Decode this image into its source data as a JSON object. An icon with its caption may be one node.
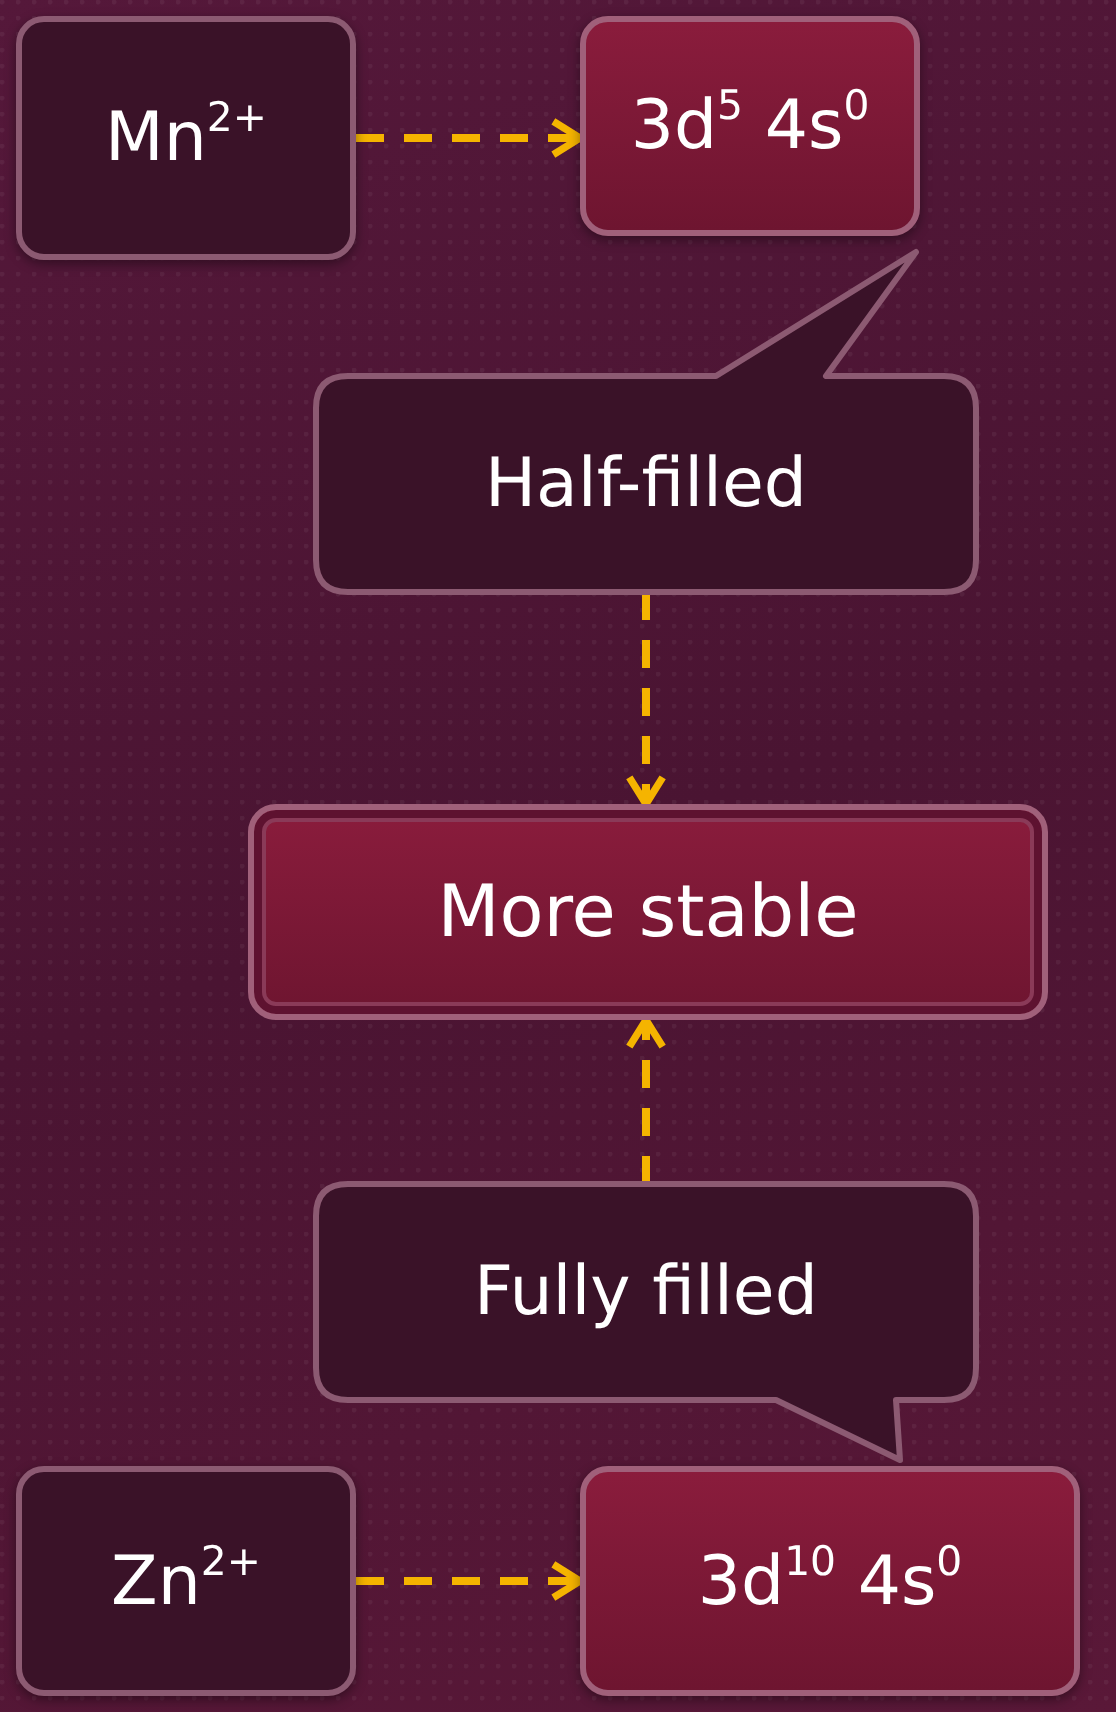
{
  "diagram": {
    "nodes": [
      {
        "text": [
          "Mn$^{2+}$"
        ]
      },
      {
        "text": [
          "3d$^{5}$ 4s$^{0}$"
        ]
      },
      {
        "text": [
          "Half-filled"
        ]
      },
      {
        "text": [
          "More stable"
        ]
      },
      {
        "text": [
          "Fully filled"
        ]
      },
      {
        "text": [
          "Zn$^{2+}$"
        ]
      },
      {
        "text": [
          "3d$^{10}$ 4s$^{0}$"
        ]
      }
    ],
    "edges": [
      {
        "from": 0,
        "to": 1,
        "arrow": "to",
        "style": "dashed"
      },
      {
        "from": 2,
        "to": 3,
        "arrow": "to",
        "style": "dashed"
      },
      {
        "from": 4,
        "to": 3,
        "arrow": "to",
        "style": "dashed"
      },
      {
        "from": 5,
        "to": 6,
        "arrow": "to",
        "style": "dashed"
      }
    ]
  }
}
